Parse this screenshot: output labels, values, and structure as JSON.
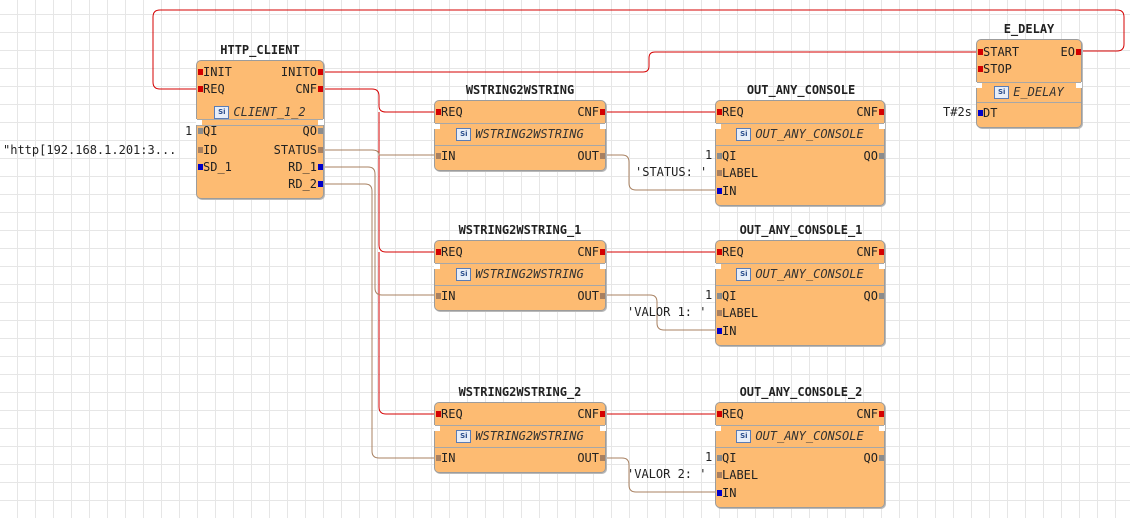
{
  "blocks": {
    "http_client": {
      "name": "HTTP_CLIENT",
      "type": "CLIENT_1_2",
      "inputs": [
        "INIT",
        "REQ",
        "QI",
        "ID",
        "SD_1"
      ],
      "outputs": [
        "INITO",
        "CNF",
        "QO",
        "STATUS",
        "RD_1",
        "RD_2"
      ]
    },
    "ws2ws": {
      "name": "WSTRING2WSTRING",
      "type": "WSTRING2WSTRING",
      "inputs": [
        "REQ",
        "IN"
      ],
      "outputs": [
        "CNF",
        "OUT"
      ]
    },
    "ws2ws_1": {
      "name": "WSTRING2WSTRING_1",
      "type": "WSTRING2WSTRING",
      "inputs": [
        "REQ",
        "IN"
      ],
      "outputs": [
        "CNF",
        "OUT"
      ]
    },
    "ws2ws_2": {
      "name": "WSTRING2WSTRING_2",
      "type": "WSTRING2WSTRING",
      "inputs": [
        "REQ",
        "IN"
      ],
      "outputs": [
        "CNF",
        "OUT"
      ]
    },
    "console": {
      "name": "OUT_ANY_CONSOLE",
      "type": "OUT_ANY_CONSOLE",
      "inputs": [
        "REQ",
        "QI",
        "LABEL",
        "IN"
      ],
      "outputs": [
        "CNF",
        "QO"
      ]
    },
    "console_1": {
      "name": "OUT_ANY_CONSOLE_1",
      "type": "OUT_ANY_CONSOLE",
      "inputs": [
        "REQ",
        "QI",
        "LABEL",
        "IN"
      ],
      "outputs": [
        "CNF",
        "QO"
      ]
    },
    "console_2": {
      "name": "OUT_ANY_CONSOLE_2",
      "type": "OUT_ANY_CONSOLE",
      "inputs": [
        "REQ",
        "QI",
        "LABEL",
        "IN"
      ],
      "outputs": [
        "CNF",
        "QO"
      ]
    },
    "e_delay": {
      "name": "E_DELAY",
      "type": "E_DELAY",
      "inputs": [
        "START",
        "STOP",
        "DT"
      ],
      "outputs": [
        "EO"
      ]
    }
  },
  "params": {
    "client_qi": "1",
    "client_id": "\"http[192.168.1.201:3...",
    "console_qi": "1",
    "console_label": "'STATUS: '",
    "console1_qi": "1",
    "console1_label": "'VALOR 1: '",
    "console2_qi": "1",
    "console2_label": "'VALOR 2: '",
    "delay_dt": "T#2s"
  },
  "type_icon_text": "Si",
  "colors": {
    "event_wire": "#d40000",
    "data_wire": "#a88060",
    "block_fill": "#fdbb72"
  }
}
